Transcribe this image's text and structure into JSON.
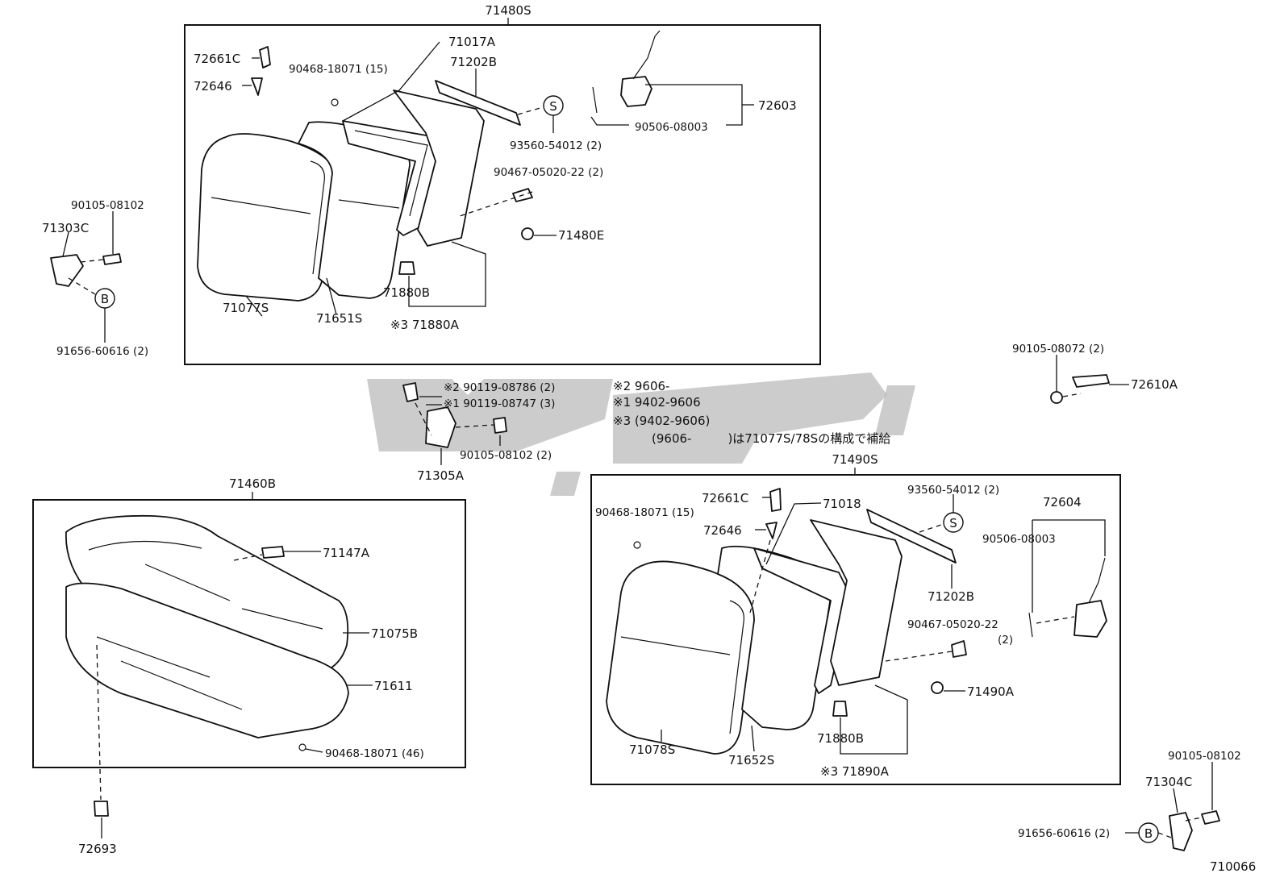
{
  "groups": {
    "rear_back_left": "71480S",
    "cushion": "71460B",
    "rear_back_right": "71490S"
  },
  "labels": {
    "p72661C": "72661C",
    "p72646": "72646",
    "p90468_18071_15": "90468-18071 (15)",
    "p71017A": "71017A",
    "p71202B": "71202B",
    "p72603": "72603",
    "p90506_08003": "90506-08003",
    "p93560_54012_2": "93560-54012 (2)",
    "p90467_05020_22_2": "90467-05020-22 (2)",
    "p71480E": "71480E",
    "p71880B": "71880B",
    "p71880A": "※3 71880A",
    "p71077S": "71077S",
    "p71651S": "71651S",
    "p90105_08102": "90105-08102",
    "p71303C": "71303C",
    "p91656_60616_2": "91656-60616 (2)",
    "p90105_08072_2": "90105-08072 (2)",
    "p72610A": "72610A",
    "p90119_08786": "※2 90119-08786 (2)",
    "p90119_08747": "※1 90119-08747 (3)",
    "p90105_08102_2": "90105-08102 (2)",
    "p71305A": "71305A",
    "p71147A": "71147A",
    "p71075B": "71075B",
    "p71611": "71611",
    "p90468_18071_46": "90468-18071 (46)",
    "p72693": "72693",
    "r72661C": "72661C",
    "r71018": "71018",
    "r72646": "72646",
    "r90468_18071_15": "90468-18071 (15)",
    "r93560_54012_2": "93560-54012 (2)",
    "r72604": "72604",
    "r90506_08003": "90506-08003",
    "r71202B": "71202B",
    "r90467_05020_22": "90467-05020-22",
    "r_qty2": "(2)",
    "r71490A": "71490A",
    "r71880B": "71880B",
    "r71890A": "※3 71890A",
    "r71078S": "71078S",
    "r71652S": "71652S",
    "r90105_08102": "90105-08102",
    "r71304C": "71304C",
    "r91656_60616_2": "91656-60616 (2)",
    "fig_no": "710066"
  },
  "markers": {
    "s": "S",
    "b": "B"
  },
  "notes": [
    "※2 9606-",
    "※1 9402-9606",
    "※3 (9402-9606)",
    "(9606-　　　)は71077S/78Sの構成で補給"
  ]
}
